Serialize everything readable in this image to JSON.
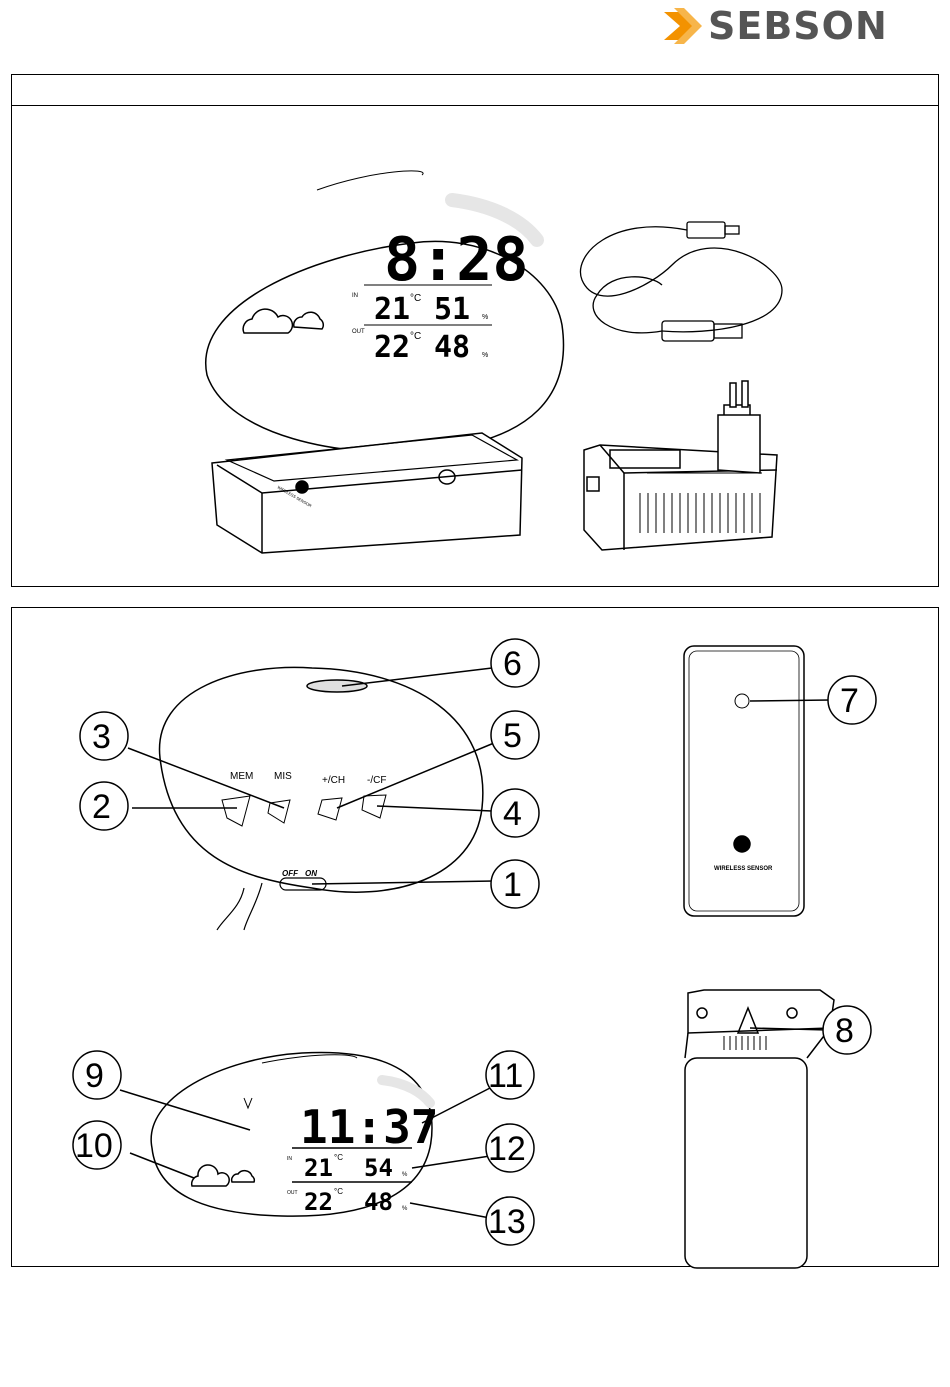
{
  "brand": {
    "name": "SEBSON"
  },
  "display_top": {
    "time": "8:28",
    "in_label": "IN",
    "out_label": "OUT",
    "in_temp": "21",
    "in_hum": "51",
    "out_temp": "22",
    "out_hum": "48",
    "temp_unit": "°C",
    "hum_unit": "%"
  },
  "sensor_top": {
    "label": "WIRELESS SENSOR"
  },
  "buttons": {
    "mem": "MEM",
    "mis": "MIS",
    "ch": "+/CH",
    "cf": "-/CF"
  },
  "switch": {
    "off": "OFF",
    "on": "ON"
  },
  "sensor_front": {
    "label": "WIRELESS SENSOR"
  },
  "display_bottom": {
    "time": "11:37",
    "in_label": "IN",
    "out_label": "OUT",
    "in_temp": "21",
    "in_hum": "54",
    "out_temp": "22",
    "out_hum": "48",
    "temp_unit": "°C",
    "hum_unit": "%"
  },
  "callouts": [
    "1",
    "2",
    "3",
    "4",
    "5",
    "6",
    "7",
    "8",
    "9",
    "10",
    "11",
    "12",
    "13"
  ],
  "colors": {
    "logo_orange": "#F39200",
    "logo_gray": "#555555"
  }
}
